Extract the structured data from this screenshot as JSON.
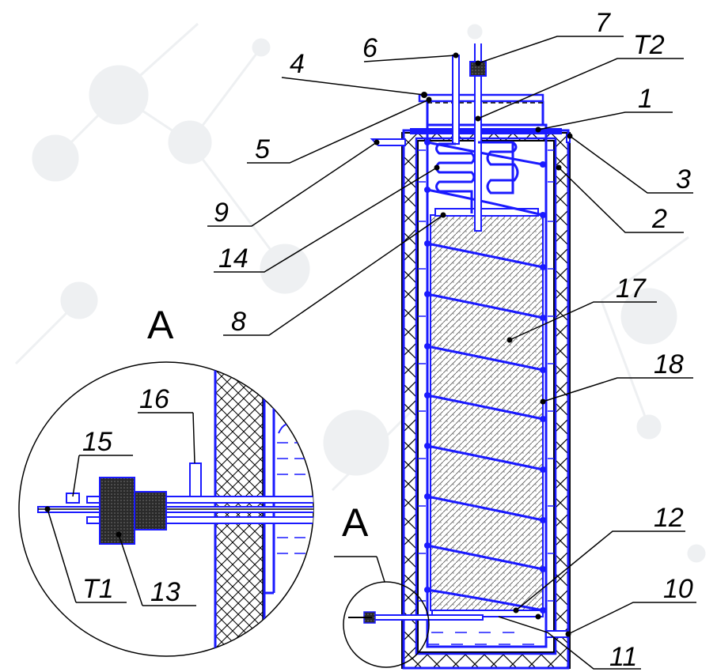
{
  "section_label": "A",
  "labels": {
    "n1": "1",
    "n2": "2",
    "n3": "3",
    "n4": "4",
    "n5": "5",
    "n6": "6",
    "n7": "7",
    "n8": "8",
    "n9": "9",
    "n10": "10",
    "n11": "11",
    "n12": "12",
    "n13": "13",
    "n14": "14",
    "n15": "15",
    "n16": "16",
    "n17": "17",
    "n18": "18",
    "t1": "T1",
    "t2": "T2"
  },
  "colors": {
    "outline": "#1a1aff",
    "insulation": "#000000",
    "leader": "#000000",
    "background_decor": "#eef0f2"
  }
}
